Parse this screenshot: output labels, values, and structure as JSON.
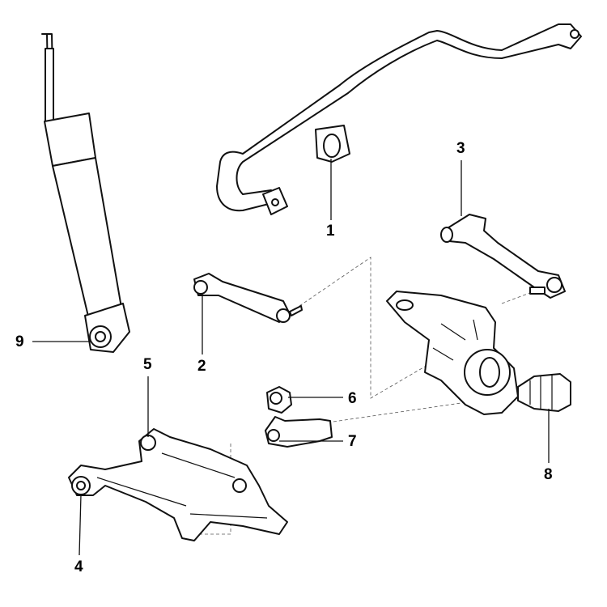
{
  "diagram": {
    "callouts": [
      {
        "number": "1",
        "part": "stabilizer-bushing"
      },
      {
        "number": "2",
        "part": "lateral-link"
      },
      {
        "number": "3",
        "part": "upper-control-arm"
      },
      {
        "number": "4",
        "part": "lower-arm-bushing"
      },
      {
        "number": "5",
        "part": "lower-control-arm"
      },
      {
        "number": "6",
        "part": "toe-link-bushing-upper"
      },
      {
        "number": "7",
        "part": "toe-link-bushing-lower"
      },
      {
        "number": "8",
        "part": "axle-boot"
      },
      {
        "number": "9",
        "part": "shock-absorber-bushing"
      }
    ]
  }
}
